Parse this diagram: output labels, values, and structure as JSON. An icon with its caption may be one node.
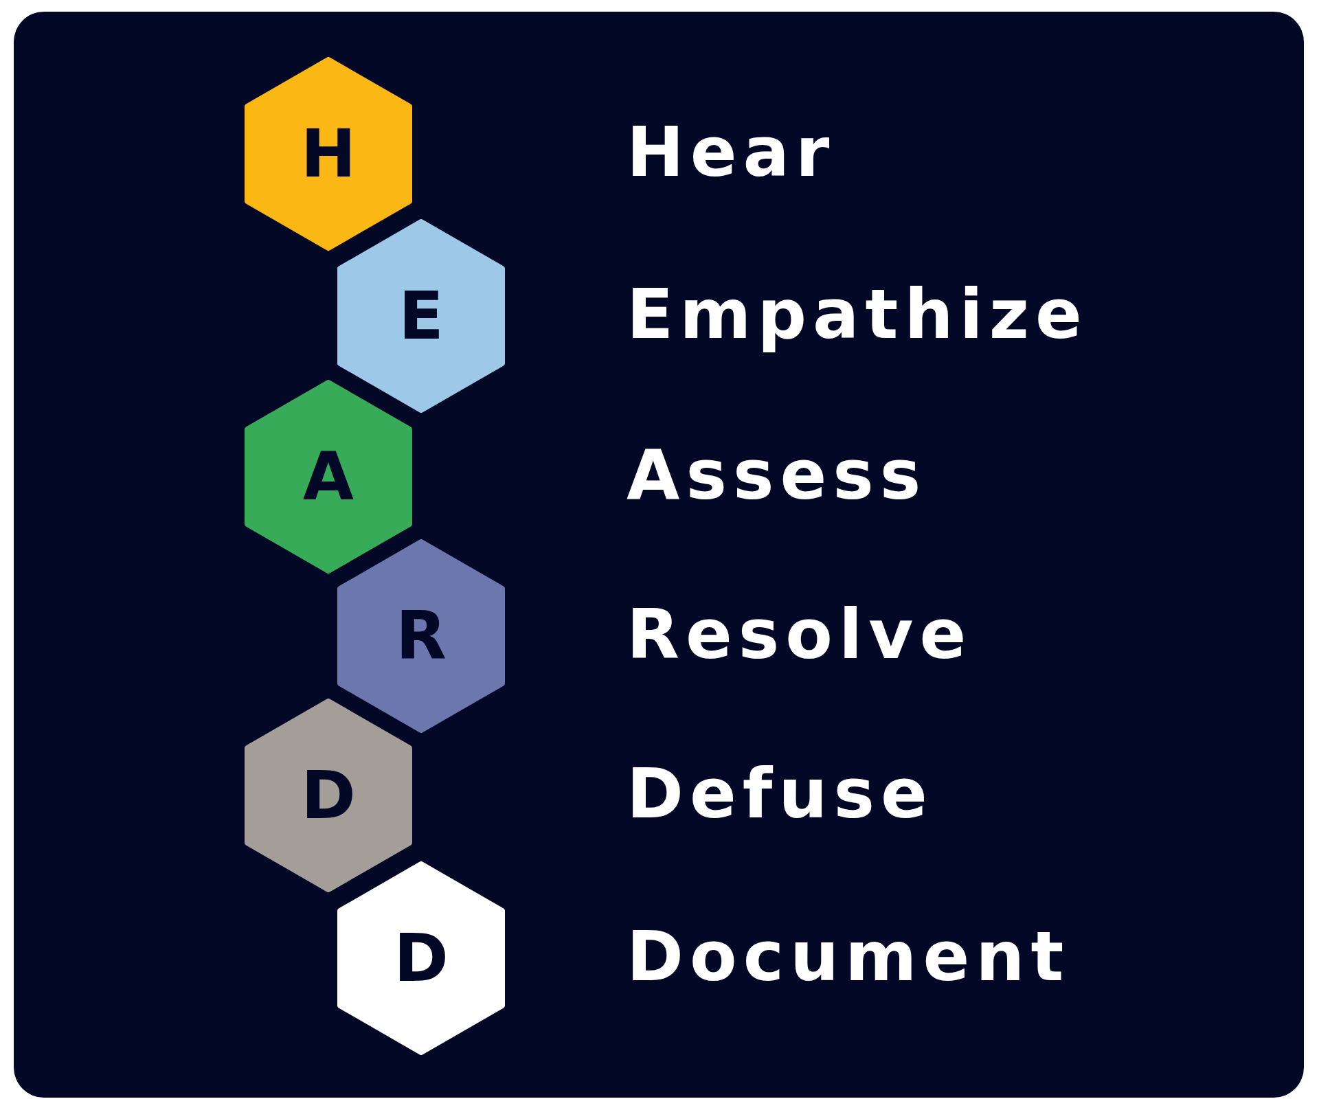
{
  "diagram": {
    "nodes": [
      {
        "text": [
          "H"
        ]
      },
      {
        "text": [
          "E"
        ]
      },
      {
        "text": [
          "A"
        ]
      },
      {
        "text": [
          "R"
        ]
      },
      {
        "text": [
          "D"
        ]
      },
      {
        "text": [
          "D"
        ]
      }
    ],
    "labels": [
      "Hear",
      "Empathize",
      "Assess",
      "Resolve",
      "Defuse",
      "Document"
    ]
  }
}
